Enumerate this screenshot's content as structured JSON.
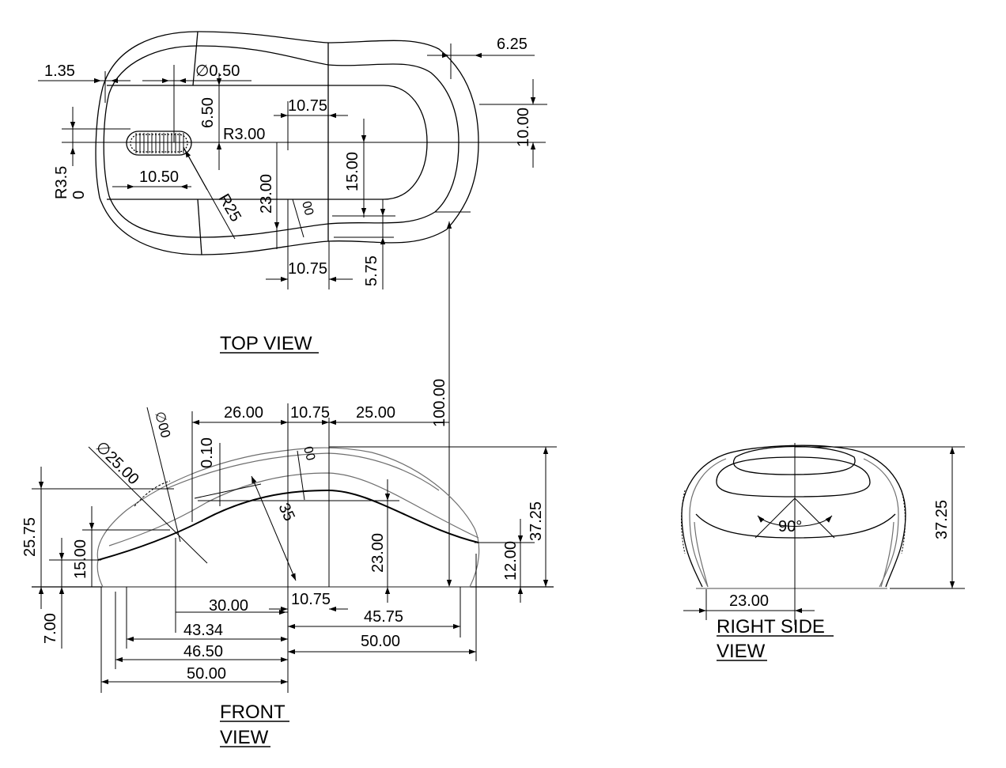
{
  "views": {
    "top": {
      "title": "TOP VIEW",
      "dims": {
        "d_1_35": "1.35",
        "d_dia_0_50": "∅0.50",
        "d_6_25": "6.25",
        "d_6_50": "6.50",
        "d_10_75_top": "10.75",
        "d_r3_00": "R3.00",
        "d_10_00": "10.00",
        "d_15_00": "15.00",
        "d_23_00": "23.00",
        "d_10_50": "10.50",
        "d_r3_5": "R3.5",
        "d_0": "0",
        "d_r25": "R25",
        "d_00": "00",
        "d_10_75_bot": "10.75",
        "d_5_75": "5.75"
      }
    },
    "front": {
      "title_line1": "FRONT",
      "title_line2": "VIEW",
      "dims": {
        "d_dia_25_00": "∅25.00",
        "d_dia_00": "∅00",
        "d_26_00": "26.00",
        "d_10_75_a": "10.75",
        "d_25_00": "25.00",
        "d_100_00": "100.00",
        "d_0_10": "0.10",
        "d_00": "00",
        "d_35": "35",
        "d_25_75": "25.75",
        "d_15_00": "15.00",
        "d_23_00": "23.00",
        "d_12_00": "12.00",
        "d_37_25": "37.25",
        "d_30_00": "30.00",
        "d_10_75_b": "10.75",
        "d_45_75": "45.75",
        "d_43_34": "43.34",
        "d_46_50": "46.50",
        "d_50_00_right": "50.00",
        "d_50_00_left": "50.00",
        "d_7_00": "7.00"
      }
    },
    "right": {
      "title_line1": "RIGHT SIDE",
      "title_line2": "VIEW",
      "dims": {
        "d_angle": "90°",
        "d_23_00": "23.00",
        "d_37_25": "37.25"
      }
    }
  }
}
